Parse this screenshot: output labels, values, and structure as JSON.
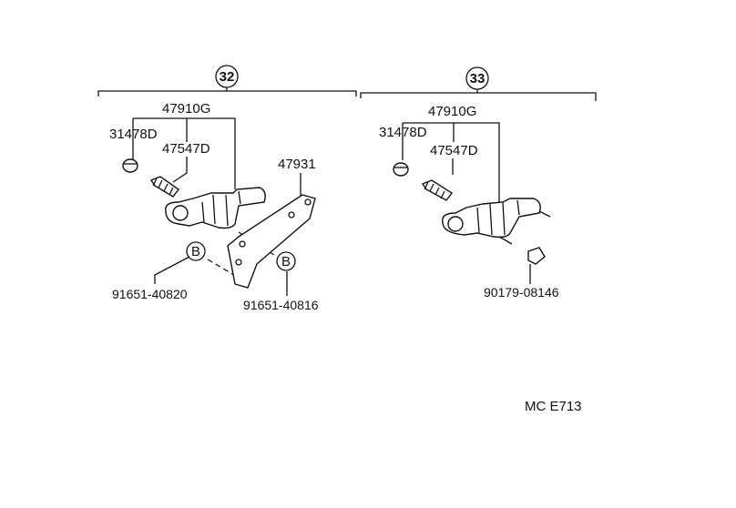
{
  "groups": [
    {
      "number": "32",
      "labels": {
        "assembly": "47910G",
        "cap": "31478D",
        "valve": "47547D",
        "bracket": "47931",
        "bolt_left": "91651-40820",
        "bolt_right": "91651-40816"
      },
      "callout_letter": "B"
    },
    {
      "number": "33",
      "labels": {
        "assembly": "47910G",
        "cap": "31478D",
        "valve": "47547D",
        "nut": "90179-08146"
      }
    }
  ],
  "figure_code": "MC E713"
}
